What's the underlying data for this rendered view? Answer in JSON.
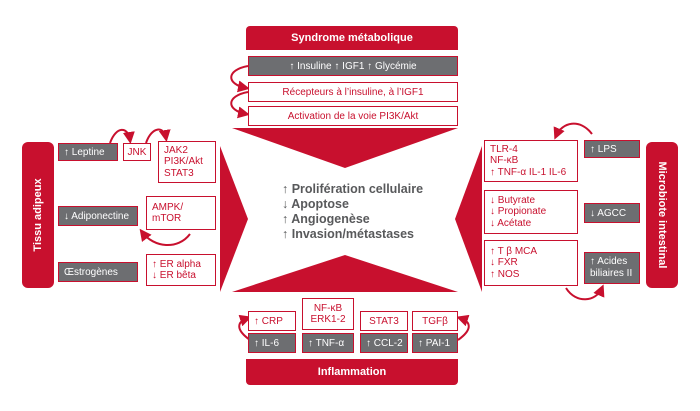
{
  "top": {
    "title": "Syndrome métabolique",
    "grey": "↑ Insuline ↑ IGF1 ↑ Glycémie",
    "red1": "Récepteurs à l’insuline, à l’IGF1",
    "red2": "Activation de la voie PI3K/Akt"
  },
  "left": {
    "title": "Tissu adipeux",
    "leptine": "↑ Leptine",
    "jnk": "JNK",
    "jak": [
      "JAK2",
      "PI3K/Akt",
      "STAT3"
    ],
    "adiponectine": "↓ Adiponectine",
    "ampk": [
      "AMPK/",
      "mTOR"
    ],
    "estrogenes": "Œstrogènes",
    "er": [
      "↑ ER alpha",
      "↓ ER bêta"
    ]
  },
  "right": {
    "title": "Microbiote intestinal",
    "lps": "↑ LPS",
    "tlr": [
      "TLR-4",
      "NF-κB",
      "↑ TNF-α IL-1 IL-6"
    ],
    "agcc": "↓ AGCC",
    "butyrate": [
      "↓ Butyrate",
      "↓ Propionate",
      "↓ Acétate"
    ],
    "acides": [
      "↑ Acides",
      "biliaires II"
    ],
    "mca": [
      "↑ T β MCA",
      "↓ FXR",
      "↑ NOS"
    ]
  },
  "center": {
    "lines": [
      "↑ Prolifération cellulaire",
      "↓ Apoptose",
      "↑ Angiogenèse",
      "↑ Invasion/métastases"
    ]
  },
  "bottom": {
    "title": "Inflammation",
    "crp": "↑ CRP",
    "nfkb": [
      "NF-κB",
      "ERK1-2"
    ],
    "stat3": "STAT3",
    "tgf": "TGFβ",
    "il6": "↑ IL-6",
    "tnf": "↑ TNF-α",
    "ccl2": "↑ CCL-2",
    "pai1": "↑ PAI-1"
  },
  "colors": {
    "red": "#c8102e",
    "grey": "#6d6e71",
    "text": "#58595b"
  }
}
